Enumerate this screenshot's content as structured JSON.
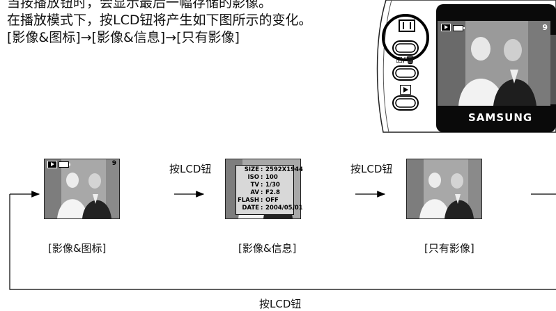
{
  "intro": {
    "line1": "当按播放钮时，会显示最后一幅存储的影像。",
    "line2": "在播放模式下，按LCD钮将产生如下图所示的变化。",
    "line3": "[影像&图标]→[影像&信息]→[只有影像]"
  },
  "camera": {
    "brand": "SAMSUNG",
    "frame_count": "9",
    "delete_label": "☑/🗑"
  },
  "panel1": {
    "frame_count": "9",
    "caption": "[影像&图标]"
  },
  "panel2": {
    "caption": "[影像&信息]",
    "info": [
      {
        "key": "SIZE",
        "value": "2592X1944"
      },
      {
        "key": "ISO",
        "value": "100"
      },
      {
        "key": "TV",
        "value": "1/30"
      },
      {
        "key": "AV",
        "value": "F2.8"
      },
      {
        "key": "FLASH",
        "value": "OFF"
      },
      {
        "key": "DATE",
        "value": "2004/05/01"
      }
    ]
  },
  "panel3": {
    "caption": "[只有影像]"
  },
  "lcd_label_1": "按LCD钮",
  "lcd_label_2": "按LCD钮",
  "lcd_label_bottom": "按LCD钮"
}
